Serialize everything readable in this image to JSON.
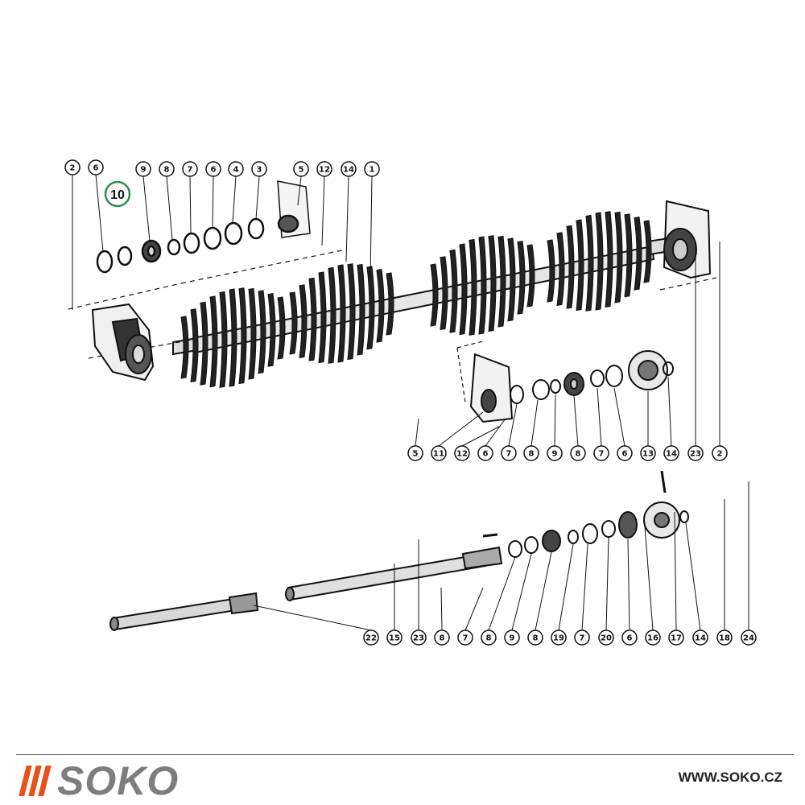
{
  "highlight_label": "10",
  "callouts_top": [
    "2",
    "6",
    "9",
    "8",
    "7",
    "6",
    "4",
    "3",
    "5",
    "12",
    "14",
    "1"
  ],
  "callouts_mid": [
    "5",
    "11",
    "12",
    "6",
    "7",
    "8",
    "9",
    "8",
    "7",
    "6",
    "13",
    "14",
    "23",
    "2"
  ],
  "callouts_bottom": [
    "22",
    "15",
    "23",
    "8",
    "7",
    "8",
    "9",
    "8",
    "19",
    "7",
    "20",
    "6",
    "16",
    "17",
    "14",
    "18",
    "24"
  ],
  "brand": {
    "name": "SOKO",
    "url": "WWW.SOKO.CZ",
    "accent_color": "#e8501a"
  }
}
